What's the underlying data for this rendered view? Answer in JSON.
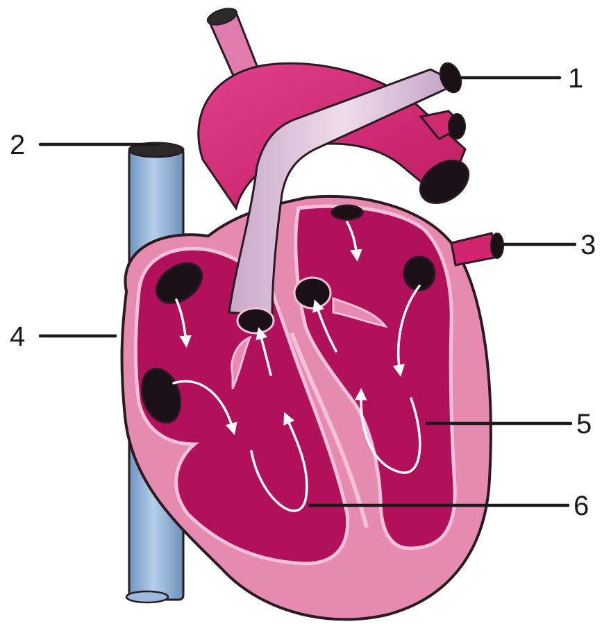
{
  "colors": {
    "background": "#ffffff",
    "myocardium": "#e78ab2",
    "chamber": "#b1105a",
    "aorta": "#d1246e",
    "pulmonary_trunk": "#dcc0dc",
    "vena_cava": "#8fb4d8",
    "outline": "#2a1a22",
    "opening": "#1a1016",
    "flow_arrow": "#ffffff",
    "label_text": "#1a1a1a"
  },
  "diagram": {
    "labels": [
      {
        "id": "label-1",
        "text": "1"
      },
      {
        "id": "label-2",
        "text": "2"
      },
      {
        "id": "label-3",
        "text": "3"
      },
      {
        "id": "label-4",
        "text": "4"
      },
      {
        "id": "label-5",
        "text": "5"
      },
      {
        "id": "label-6",
        "text": "6"
      }
    ]
  }
}
